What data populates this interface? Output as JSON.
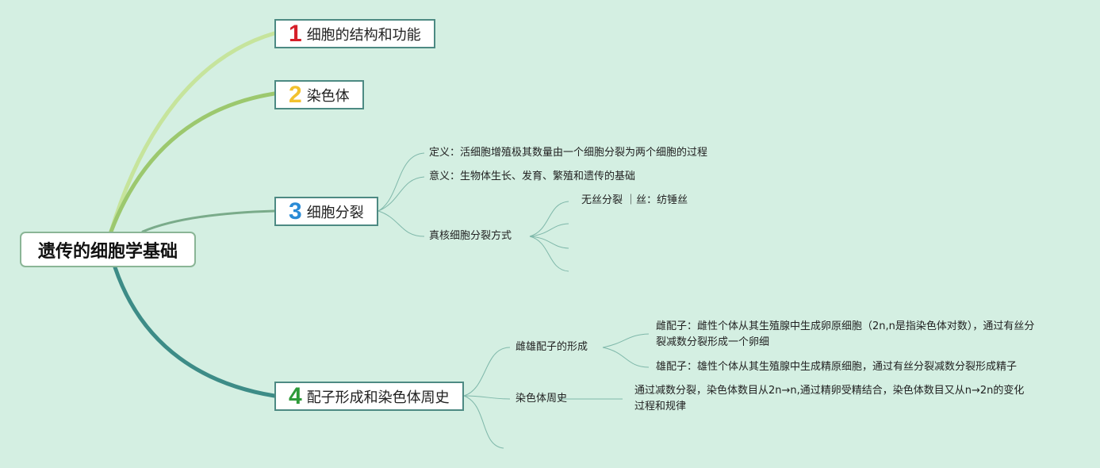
{
  "root": {
    "label": "遗传的细胞学基础"
  },
  "branches": [
    {
      "num": "1",
      "label": "细胞的结构和功能",
      "num_color": "#d6202a",
      "line_color": "#c6e49c"
    },
    {
      "num": "2",
      "label": "染色体",
      "num_color": "#f2c12e",
      "line_color": "#9cc86e"
    },
    {
      "num": "3",
      "label": "细胞分裂",
      "num_color": "#2a8bd6",
      "line_color": "#7aab8a"
    },
    {
      "num": "4",
      "label": "配子形成和染色体周史",
      "num_color": "#2e9a3a",
      "line_color": "#3d8c87"
    }
  ],
  "cell_division": {
    "definition": "定义：活细胞增殖极其数量由一个细胞分裂为两个细胞的过程",
    "significance": "意义：生物体生长、发育、繁殖和遗传的基础",
    "eukaryotic": "真核细胞分裂方式",
    "amitosis": "无丝分裂 ｜丝：纺锤丝"
  },
  "gamete": {
    "formation": "雌雄配子的形成",
    "female": "雌配子：雌性个体从其生殖腺中生成卵原细胞（2n,n是指染色体对数），通过有丝分裂减数分裂形成一个卵细",
    "male": "雄配子：雄性个体从其生殖腺中生成精原细胞，通过有丝分裂减数分裂形成精子",
    "cycle": "染色体周史",
    "cycle_desc": "通过减数分裂，染色体数目从2n→n,通过精卵受精结合，染色体数目又从n→2n的变化过程和规律"
  },
  "colors": {
    "background": "#d4efe2",
    "node_border": "#4d8a83",
    "thin_line": "#7fb8aa"
  }
}
